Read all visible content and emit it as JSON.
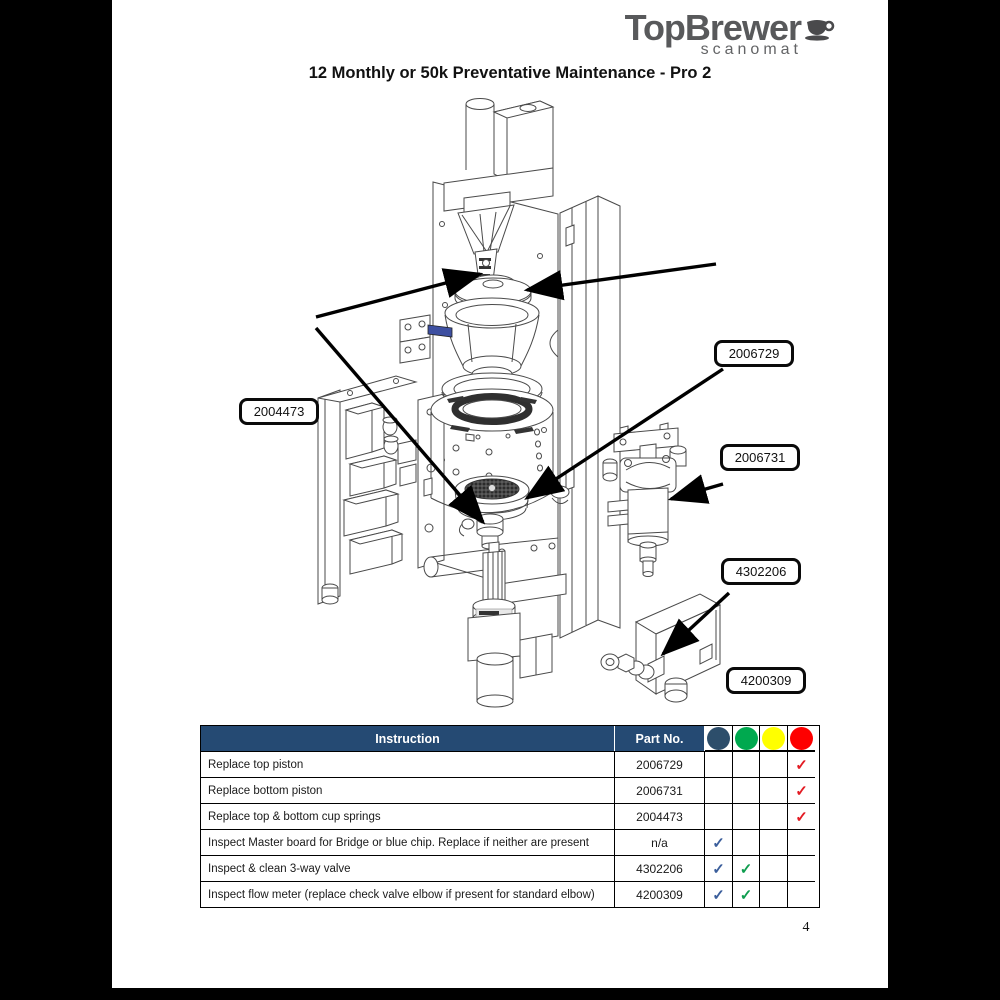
{
  "logo": {
    "brand": "TopBrewer",
    "subbrand": "scanomat",
    "color": "#58595b"
  },
  "title": "12 Monthly or 50k Preventative Maintenance - Pro 2",
  "diagram": {
    "callouts": [
      {
        "label": "2006729"
      },
      {
        "label": "2004473"
      },
      {
        "label": "2006731"
      },
      {
        "label": "4302206"
      },
      {
        "label": "4200309"
      }
    ]
  },
  "table": {
    "header": {
      "instruction": "Instruction",
      "part_no": "Part No."
    },
    "status_circles": [
      {
        "name": "blue",
        "color": "#2d4e6b"
      },
      {
        "name": "green",
        "color": "#00a94f"
      },
      {
        "name": "yellow",
        "color": "#ffff00"
      },
      {
        "name": "red",
        "color": "#fe0000"
      }
    ],
    "check_colors": {
      "blue": "#3b5e9b",
      "green": "#0f9d4f",
      "red": "#e31b23"
    },
    "check_glyph": "✓",
    "rows": [
      {
        "instruction": "Replace top piston",
        "part_no": "2006729",
        "checks": [
          "",
          "",
          "",
          "red"
        ]
      },
      {
        "instruction": "Replace bottom piston",
        "part_no": "2006731",
        "checks": [
          "",
          "",
          "",
          "red"
        ]
      },
      {
        "instruction": "Replace top & bottom cup springs",
        "part_no": "2004473",
        "checks": [
          "",
          "",
          "",
          "red"
        ]
      },
      {
        "instruction": "Inspect Master board for Bridge or blue chip. Replace if neither are present",
        "part_no": "n/a",
        "checks": [
          "blue",
          "",
          "",
          ""
        ]
      },
      {
        "instruction": "Inspect & clean 3-way valve",
        "part_no": "4302206",
        "checks": [
          "blue",
          "green",
          "",
          ""
        ]
      },
      {
        "instruction": "Inspect flow meter (replace check valve elbow if present for standard elbow)",
        "part_no": "4200309",
        "checks": [
          "blue",
          "green",
          "",
          ""
        ]
      }
    ]
  },
  "footer": {
    "page_number": "4"
  }
}
